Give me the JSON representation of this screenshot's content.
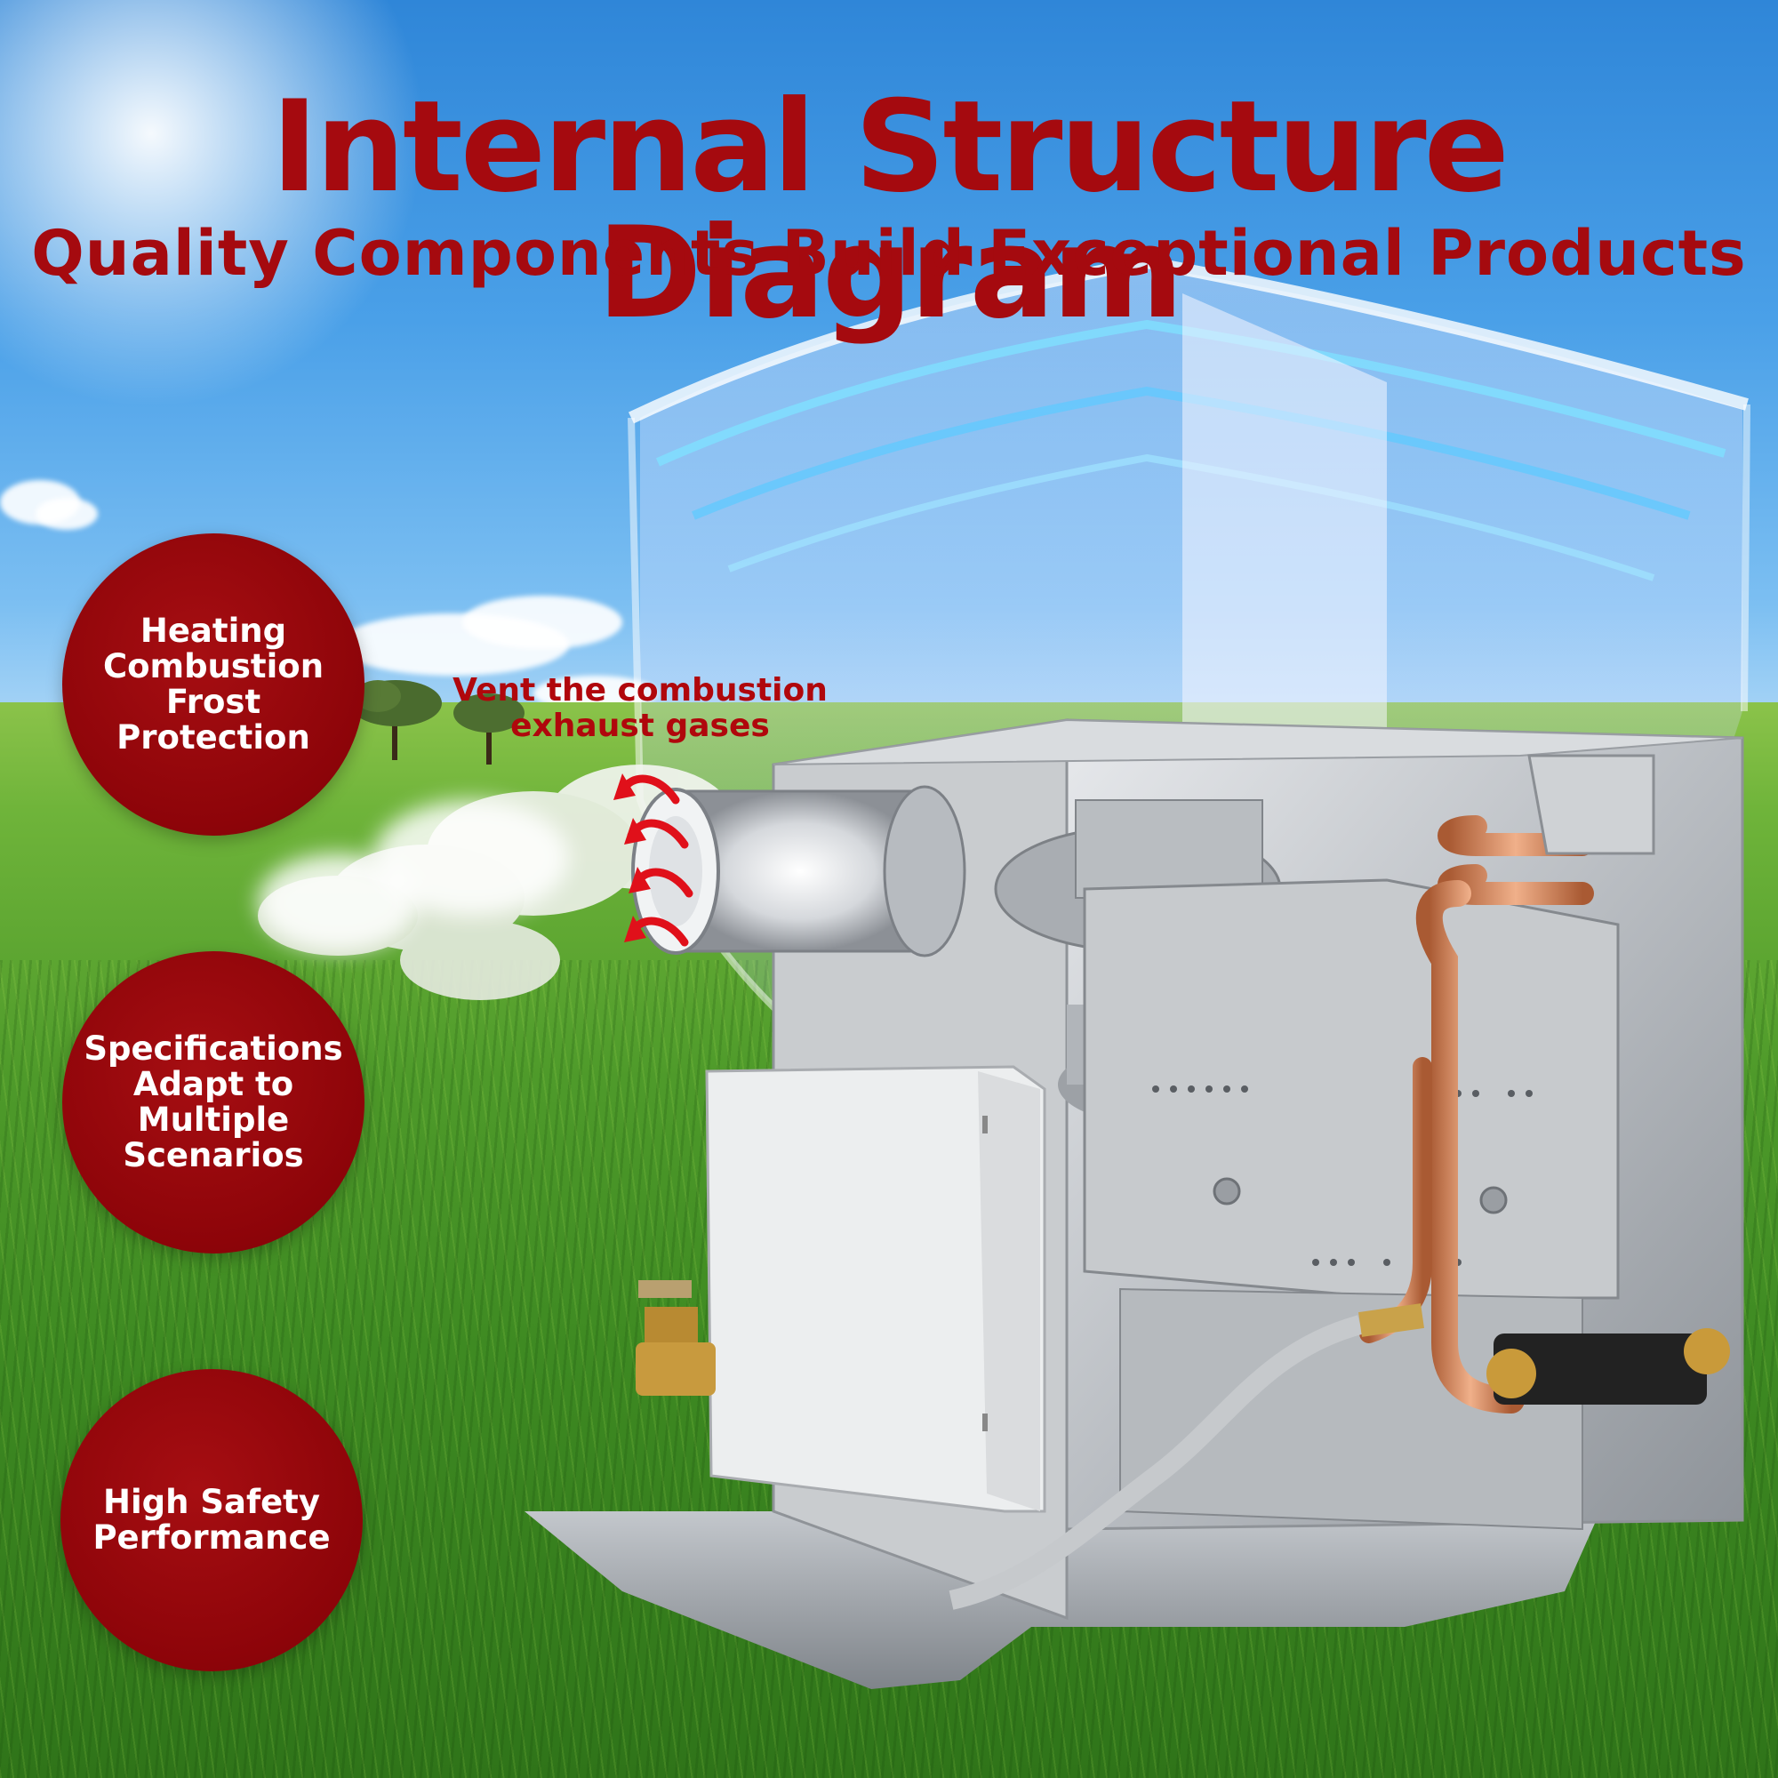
{
  "header": {
    "title": "Internal Structure Diagram",
    "subtitle": "Quality Components Build Exceptional Products"
  },
  "features": [
    {
      "label": "Heating Combustion Frost Protection"
    },
    {
      "label": "Specifications Adapt to Multiple Scenarios"
    },
    {
      "label": "High Safety Performance"
    }
  ],
  "callout": {
    "vent_label": "Vent the combustion exhaust gases"
  },
  "colors": {
    "title_red": "#a50a0f",
    "badge_red": "#8d0409",
    "sky_blue": "#2f86d8",
    "grass_green": "#4e9a2a",
    "copper": "#c8764a"
  }
}
